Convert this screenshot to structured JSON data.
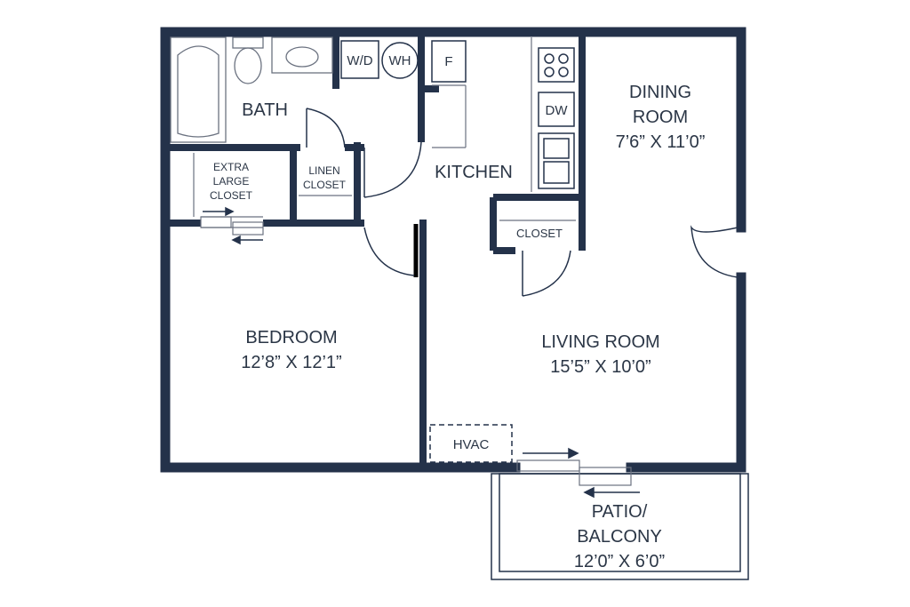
{
  "colors": {
    "wall": "#24324a",
    "fixture_line": "#6b7280",
    "text": "#2b3646",
    "background": "#ffffff"
  },
  "rooms": {
    "bath": "BATH",
    "extra_closet": [
      "EXTRA",
      "LARGE",
      "CLOSET"
    ],
    "linen_closet": [
      "LINEN",
      "CLOSET"
    ],
    "kitchen": "KITCHEN",
    "dining": {
      "name": [
        "DINING",
        "ROOM"
      ],
      "size": "7’6” X 11’0”"
    },
    "closet": "CLOSET",
    "bedroom": {
      "name": "BEDROOM",
      "size": "12’8” X 12’1”"
    },
    "living": {
      "name": "LIVING ROOM",
      "size": "15’5” X 10’0”"
    },
    "hvac": "HVAC",
    "patio": {
      "name": [
        "PATIO/",
        "BALCONY"
      ],
      "size": "12’0” X 6’0”"
    }
  },
  "fixtures": {
    "washer_dryer": "W/D",
    "water_heater": "WH",
    "fridge": "F",
    "dishwasher": "DW"
  },
  "icons": [
    "bathtub-icon",
    "toilet-icon",
    "sink-icon",
    "stove-icon",
    "kitchen-sink-icon",
    "sliding-door-arrow-icon"
  ]
}
